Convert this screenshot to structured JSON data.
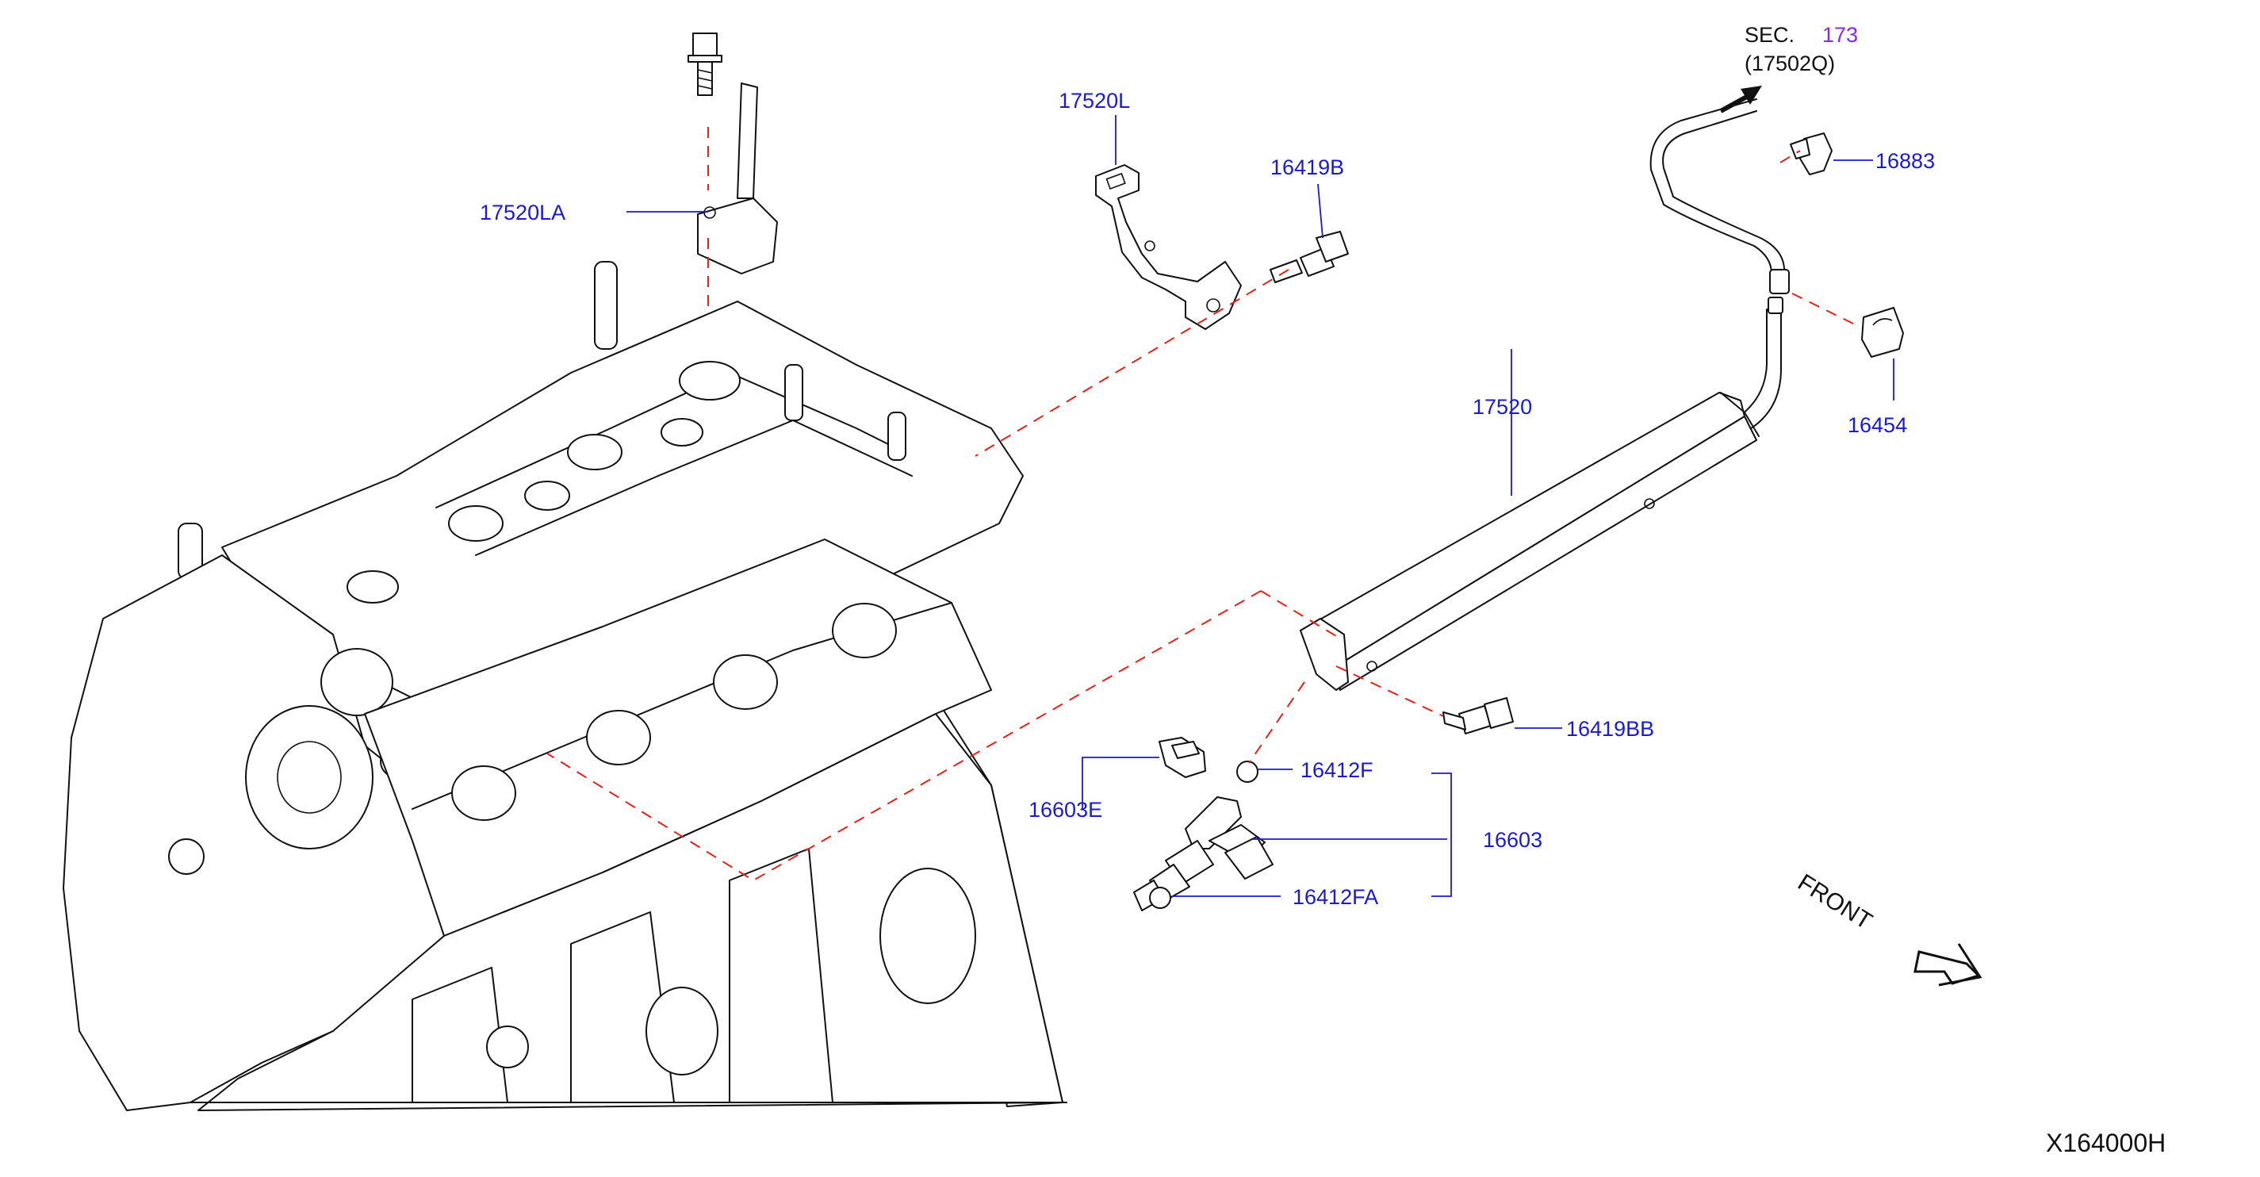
{
  "sec": {
    "prefix": "SEC.",
    "number": "173",
    "ref": "(17502Q)"
  },
  "parts": {
    "p17520LA": "17520LA",
    "p17520L": "17520L",
    "p16419B": "16419B",
    "p16883": "16883",
    "p16454": "16454",
    "p17520": "17520",
    "p16419BB": "16419BB",
    "p16412F": "16412F",
    "p16603E": "16603E",
    "p16603": "16603",
    "p16412FA": "16412FA"
  },
  "front_label": "FRONT",
  "diagram_code": "X164000H",
  "colors": {
    "part_number": "#1a1ad2",
    "section_link": "#8a2be2",
    "dashed_guide": "#e2231a",
    "line_art": "#111111"
  }
}
